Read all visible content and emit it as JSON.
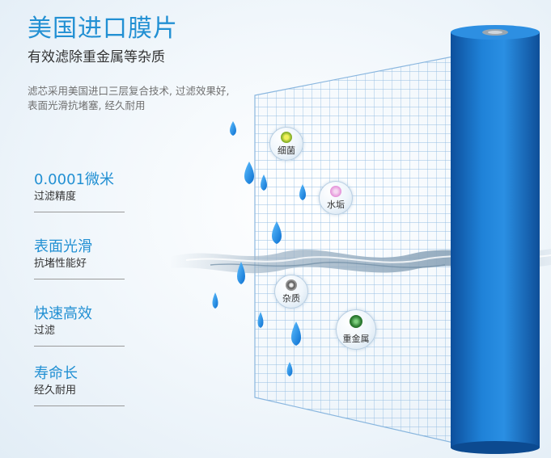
{
  "heading": {
    "title": "美国进口膜片",
    "subtitle": "有效滤除重金属等杂质",
    "description": "滤芯采用美国进口三层复合技术, 过滤效果好, 表面光滑抗堵塞, 经久耐用"
  },
  "features": [
    {
      "title": "0.0001微米",
      "subtitle": "过滤精度"
    },
    {
      "title": "表面光滑",
      "subtitle": "抗堵性能好"
    },
    {
      "title": "快速高效",
      "subtitle": "过滤"
    },
    {
      "title": "寿命长",
      "subtitle": "经久耐用"
    }
  ],
  "bubbles": [
    {
      "label": "细菌",
      "icon": "bacteria-icon"
    },
    {
      "label": "水垢",
      "icon": "scale-icon"
    },
    {
      "label": "杂质",
      "icon": "impurity-icon"
    },
    {
      "label": "重金属",
      "icon": "heavy-metal-icon"
    }
  ],
  "colors": {
    "accent": "#2290d3",
    "cartridge": "#1a6fc4",
    "mesh": "#8cb8e0",
    "droplet": "#1e8fe0"
  }
}
